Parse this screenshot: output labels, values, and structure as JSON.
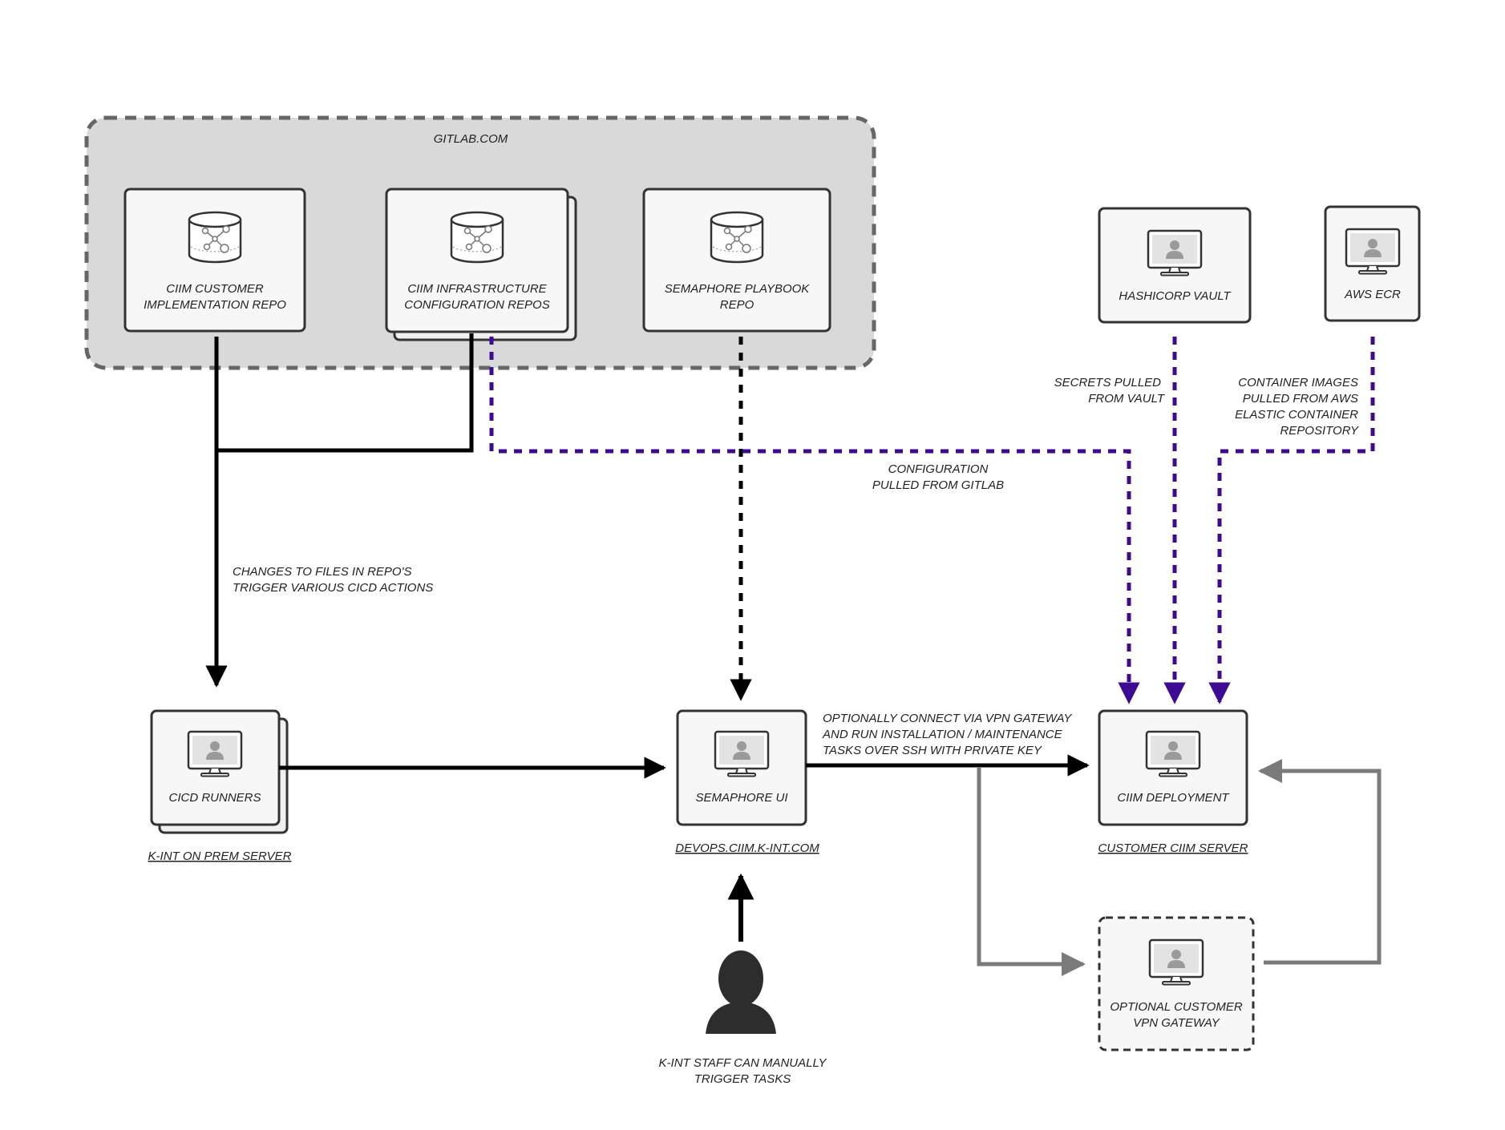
{
  "colors": {
    "accent_purple": "#3d0a91",
    "solid_black": "#000000",
    "gray_arrow": "#7a7a7a",
    "group_fill": "#d9d9d9",
    "node_fill": "#f7f7f7"
  },
  "gitlab": {
    "title": "GITLAB.COM",
    "repos": [
      {
        "line1": "CIIM CUSTOMER",
        "line2": "IMPLEMENTATION REPO",
        "icon": "repository-icon"
      },
      {
        "line1": "CIIM INFRASTRUCTURE",
        "line2": "CONFIGURATION REPOS",
        "icon": "repository-icon"
      },
      {
        "line1": "SEMAPHORE PLAYBOOK",
        "line2": "REPO",
        "icon": "repository-icon"
      }
    ]
  },
  "vault": {
    "label": "HASHICORP VAULT",
    "icon": "monitor-user-icon"
  },
  "ecr": {
    "label": "AWS ECR",
    "icon": "monitor-user-icon"
  },
  "cicd": {
    "label": "CICD RUNNERS",
    "caption": "K-INT ON PREM SERVER",
    "icon": "monitor-user-icon"
  },
  "semaphore": {
    "label": "SEMAPHORE UI",
    "caption": "DEVOPS.CIIM.K-INT.COM",
    "icon": "monitor-user-icon"
  },
  "ciim": {
    "label": "CIIM DEPLOYMENT",
    "caption": "CUSTOMER CIIM SERVER",
    "icon": "monitor-user-icon"
  },
  "vpn": {
    "line1": "OPTIONAL CUSTOMER",
    "line2": "VPN GATEWAY",
    "icon": "monitor-user-icon"
  },
  "staff": {
    "line1": "K-INT STAFF CAN MANUALLY",
    "line2": "TRIGGER TASKS",
    "icon": "person-icon"
  },
  "annotations": {
    "cicd_trigger": [
      "CHANGES TO FILES IN REPO'S",
      "TRIGGER VARIOUS CICD ACTIONS"
    ],
    "config_pull": [
      "CONFIGURATION",
      "PULLED FROM GITLAB"
    ],
    "secrets_pull": [
      "SECRETS PULLED",
      "FROM VAULT"
    ],
    "images_pull": [
      "CONTAINER IMAGES",
      "PULLED FROM AWS",
      "ELASTIC CONTAINER",
      "REPOSITORY"
    ],
    "vpn_connect": [
      "OPTIONALLY CONNECT VIA VPN GATEWAY",
      "AND RUN INSTALLATION / MAINTENANCE",
      "TASKS OVER SSH WITH PRIVATE KEY"
    ]
  }
}
